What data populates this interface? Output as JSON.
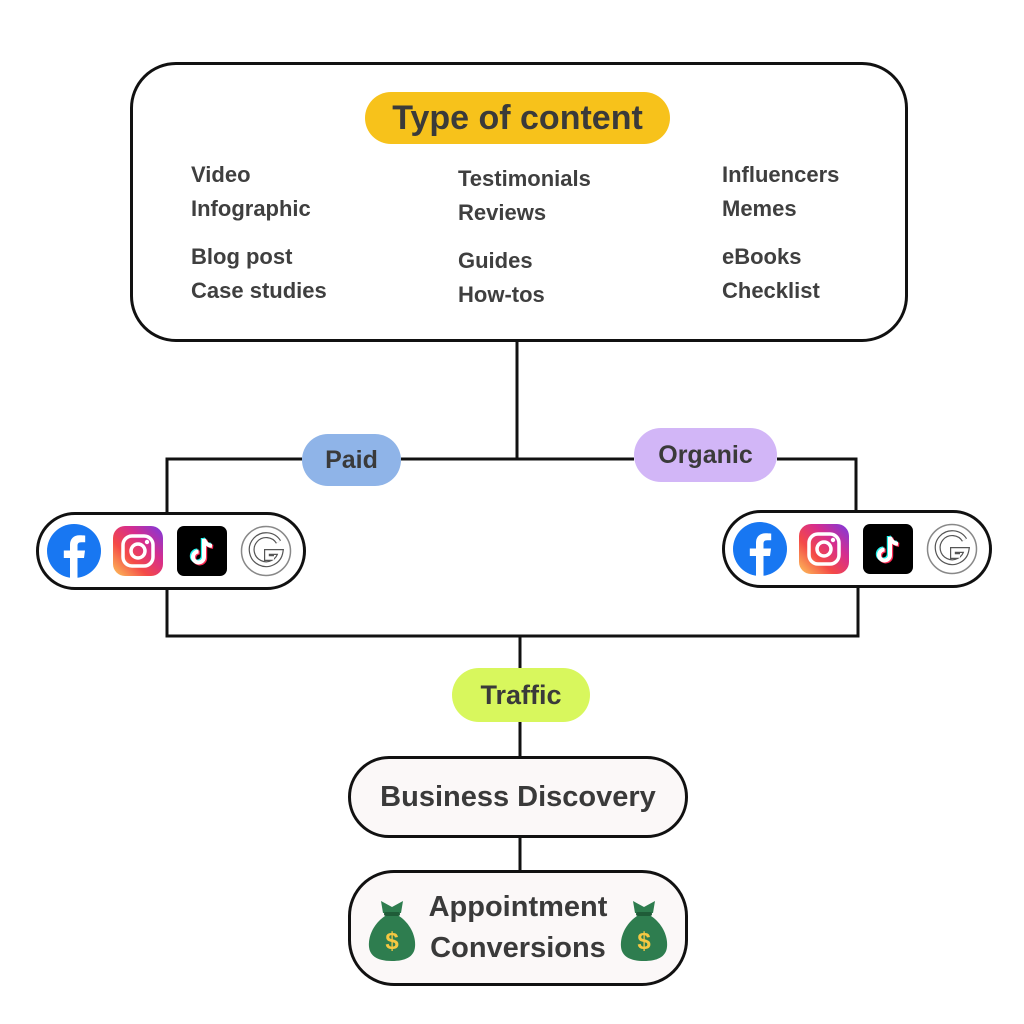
{
  "title": "Type of content",
  "content_types": {
    "col1": [
      "Video",
      "Infographic",
      "Blog post",
      "Case studies"
    ],
    "col2": [
      "Testimonials",
      "Reviews",
      "Guides",
      "How-tos"
    ],
    "col3": [
      "Influencers",
      "Memes",
      "eBooks",
      "Checklist"
    ]
  },
  "branches": {
    "paid": "Paid",
    "organic": "Organic"
  },
  "platform_icons": [
    "facebook-icon",
    "instagram-icon",
    "tiktok-icon",
    "google-icon"
  ],
  "traffic": "Traffic",
  "discovery": "Business Discovery",
  "conversions": {
    "line1": "Appointment",
    "line2": "Conversions"
  },
  "colors": {
    "title_pill": "#f7c21b",
    "paid_pill": "#8fb4e8",
    "organic_pill": "#d2b6f7",
    "traffic_pill": "#d8f75d",
    "moneybag": "#2e7d4f"
  }
}
